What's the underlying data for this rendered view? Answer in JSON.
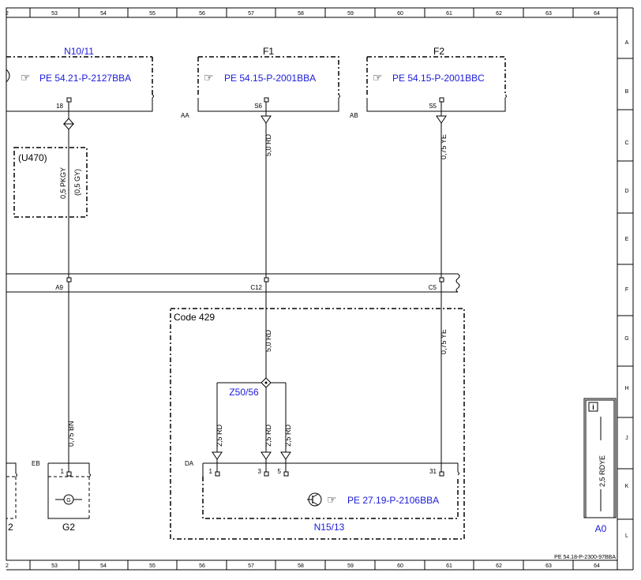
{
  "grid": {
    "columns": [
      "2",
      "53",
      "54",
      "55",
      "56",
      "57",
      "58",
      "59",
      "60",
      "61",
      "62",
      "63",
      "64"
    ],
    "rows": [
      "A",
      "B",
      "C",
      "D",
      "E",
      "F",
      "G",
      "H",
      "J",
      "K",
      "L"
    ]
  },
  "components": {
    "n10_11": {
      "id": "N10/11",
      "ref": "PE 54.21-P-2127BBA",
      "pin": "18"
    },
    "f1": {
      "id": "F1",
      "ref": "PE 54.15-P-2001BBA",
      "pin": "S6",
      "conn": "AA"
    },
    "f2": {
      "id": "F2",
      "ref": "PE 54.15-P-2001BBC",
      "pin": "S5",
      "conn": "AB"
    },
    "u470": {
      "id": "(U470)"
    },
    "code429": {
      "label": "Code 429"
    },
    "z50_56": {
      "id": "Z50/56"
    },
    "n15_13": {
      "id": "N15/13",
      "ref": "PE 27.19-P-2106BBA",
      "conn": "DA",
      "pins": [
        "1",
        "3",
        "5",
        "31"
      ]
    },
    "g2": {
      "id": "G2",
      "conn": "EB",
      "pin": "1"
    },
    "g2_left_partial": {
      "id": "2"
    },
    "a0": {
      "id": "A0",
      "wire": "2,5 RDYE",
      "info": "i"
    }
  },
  "bus": {
    "pins": [
      "A9",
      "C12",
      "C5"
    ]
  },
  "wires": {
    "n10_pkgy": "0,5 PKGY",
    "n10_gy": "(0,5 GY)",
    "f1_top": "5,0 RD",
    "f2_top": "0,75 YE",
    "f1_mid": "5,0 RD",
    "f2_mid": "0,75 YE",
    "g2_bn": "0,75 BN",
    "rd_1": "2,5 RD",
    "rd_2": "2,5 RD",
    "rd_3": "2,5 RD"
  },
  "footer": {
    "ref": "PE 54.18-P-2300-97BBA"
  },
  "colors": {
    "line": "#000000",
    "ref_text": "#1a1adb"
  }
}
